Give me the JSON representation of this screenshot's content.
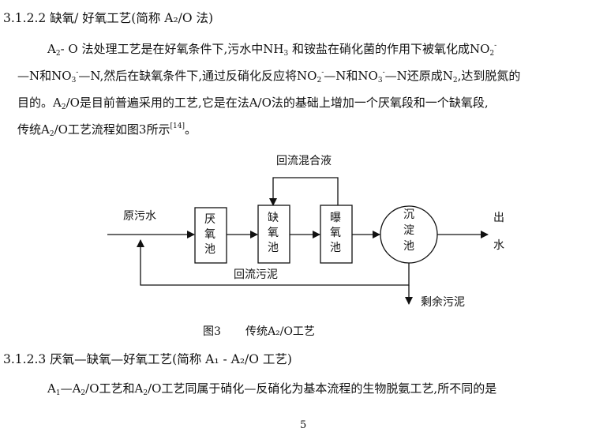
{
  "section_1": {
    "heading": "3.1.2.2 缺氧/ 好氧工艺(简称 A₂/O 法)"
  },
  "paragraph_1": {
    "l1_a": "A",
    "l1_sub": "2",
    "l1_b": "- O 法处理工艺是在好氧条件下,污水中NH",
    "l1_sub2": "3",
    "l1_c": " 和铵盐在硝化菌的作用下被氧化成NO",
    "l1_sub3": "2",
    "l1_sup3": "-",
    "l2_a": "—N和NO",
    "l2_sub1": "3",
    "l2_sup1": "-",
    "l2_b": "—N,然后在缺氧条件下,通过反硝化反应将NO",
    "l2_sub2": "2",
    "l2_sup2": "-",
    "l2_c": "—N和NO",
    "l2_sub3": "3",
    "l2_sup3": "-",
    "l2_d": "—N还原成N",
    "l2_sub4": "2",
    "l2_e": ",达到脱氮的",
    "l3_a": "目的。A",
    "l3_sub": "2",
    "l3_b": "/O是目前普遍采用的工艺,它是在法A/O法的基础上增加一个厌氧段和一个缺氧段,",
    "l4_a": "传统A",
    "l4_sub": "2",
    "l4_b": "/O工艺流程如图3所示",
    "l4_sup": "[14]",
    "l4_c": "。"
  },
  "diagram": {
    "recycle_liquid": "回流混合液",
    "influent": "原污水",
    "tank1": [
      "厌",
      "氧",
      "池"
    ],
    "tank2": [
      "缺",
      "氧",
      "池"
    ],
    "tank3": [
      "曝",
      "氧",
      "池"
    ],
    "clarifier": [
      "沉",
      "淀",
      "池"
    ],
    "effluent": [
      "出",
      "水"
    ],
    "return_sludge": "回流污泥",
    "excess_sludge": "剩余污泥",
    "caption_num": "图3",
    "caption_text": "传统A₂/O工艺"
  },
  "section_2": {
    "heading": "3.1.2.3  厌氧—缺氧—好氧工艺(简称 A₁ - A₂/O 工艺)"
  },
  "paragraph_2": {
    "l1_a": "A",
    "l1_sub1": "1",
    "l1_b": "—A",
    "l1_sub2": "2",
    "l1_c": "/O工艺和A",
    "l1_sub3": "2",
    "l1_d": "/O工艺同属于硝化—反硝化为基本流程的生物脱氨工艺,所不同的是"
  },
  "page_number": "5"
}
